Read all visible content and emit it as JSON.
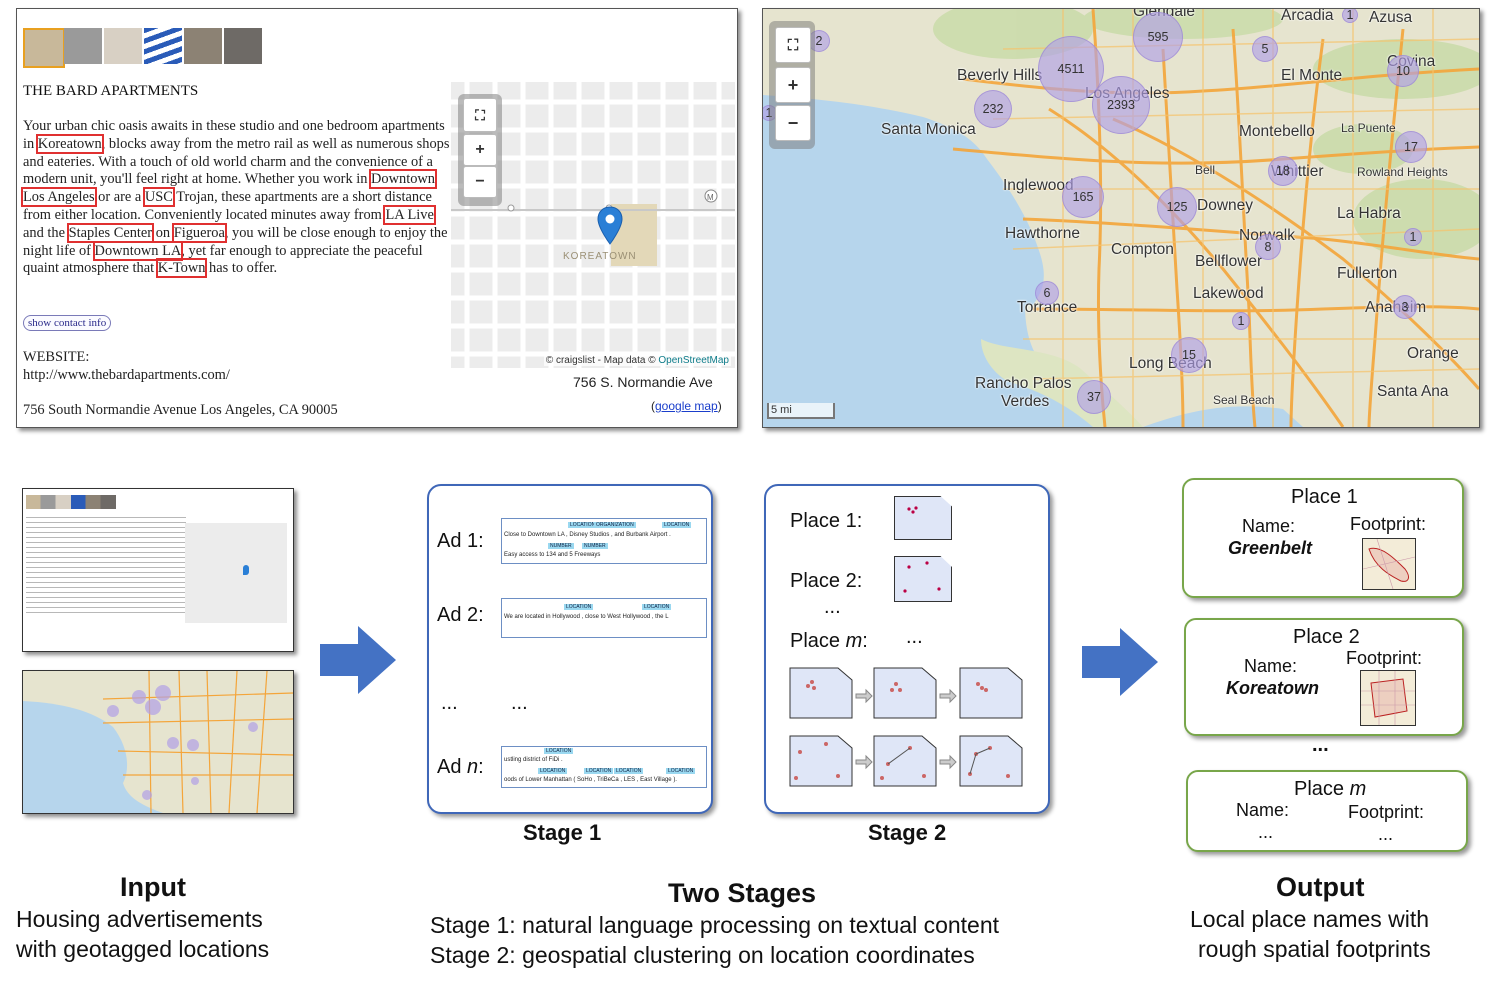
{
  "listing": {
    "title": "THE BARD APARTMENTS",
    "body": [
      {
        "t": "Your urban chic oasis awaits in these studio and one bedroom apartments in "
      },
      {
        "t": "Koreatown",
        "hl": true
      },
      {
        "t": ", blocks away from the metro rail as well as numerous shops and eateries. With a touch of old world charm and the convenience of a modern unit, you'll feel right at home. Whether you work in "
      },
      {
        "t": "Downtown Los Angeles",
        "hl": true
      },
      {
        "t": " or are a "
      },
      {
        "t": "USC",
        "hl": true
      },
      {
        "t": " Trojan, these apartments are a short distance from either location. Conveniently located minutes away from "
      },
      {
        "t": "LA Live",
        "hl": true
      },
      {
        "t": " and the "
      },
      {
        "t": "Staples Center",
        "hl": true
      },
      {
        "t": " on "
      },
      {
        "t": "Figueroa",
        "hl": true
      },
      {
        "t": ", you will be close enough to enjoy the night life of "
      },
      {
        "t": "Downtown LA",
        "hl": true
      },
      {
        "t": ", yet far enough to appreciate the peaceful quaint atmosphere that "
      },
      {
        "t": "K-Town",
        "hl": true
      },
      {
        "t": " has to offer."
      }
    ],
    "contact_button": "show contact info",
    "website_label": "WEBSITE:",
    "website_url": "http://www.thebardapartments.com/",
    "address_full": "756 South Normandie Avenue Los Angeles, CA 90005",
    "map_address": "756 S. Normandie Ave",
    "map_link_open": "(",
    "map_link": "google map",
    "map_link_close": ")",
    "map_area_label": "KOREATOWN",
    "attribution_prefix": "© craigslist - Map data © ",
    "attribution_osm": "OpenStreetMap",
    "colors": {
      "highlight": "#e03030",
      "marker": "#2a7fd6"
    }
  },
  "la_map": {
    "scale": "5 mi",
    "cities": [
      {
        "name": "Glendale"
      },
      {
        "name": "Arcadia"
      },
      {
        "name": "Azusa"
      },
      {
        "name": "Beverly Hills"
      },
      {
        "name": "El Monte"
      },
      {
        "name": "Covina"
      },
      {
        "name": "Los Angeles"
      },
      {
        "name": "Santa Monica"
      },
      {
        "name": "Montebello"
      },
      {
        "name": "La Puente"
      },
      {
        "name": "Bell"
      },
      {
        "name": "Whittier"
      },
      {
        "name": "Rowland Heights"
      },
      {
        "name": "Inglewood"
      },
      {
        "name": "Downey"
      },
      {
        "name": "La Habra"
      },
      {
        "name": "Hawthorne"
      },
      {
        "name": "Compton"
      },
      {
        "name": "Norwalk"
      },
      {
        "name": "Bellflower"
      },
      {
        "name": "Fullerton"
      },
      {
        "name": "Torrance"
      },
      {
        "name": "Lakewood"
      },
      {
        "name": "Anaheim"
      },
      {
        "name": "Orange"
      },
      {
        "name": "Long Beach"
      },
      {
        "name": "Rancho Palos"
      },
      {
        "name": "Verdes"
      },
      {
        "name": "Seal Beach"
      },
      {
        "name": "Santa Ana"
      }
    ],
    "clusters": [
      "595",
      "4511",
      "2393",
      "232",
      "5",
      "10",
      "2",
      "1",
      "1",
      "17",
      "18",
      "165",
      "125",
      "8",
      "1",
      "6",
      "1",
      "3",
      "15",
      "37"
    ]
  },
  "stage1": {
    "ads": [
      {
        "label": "Ad 1:",
        "line1": "Close to Downtown  LA , Disney Studios , and Burbank Airport .",
        "line2": "Easy access to  134   and   5   Freeways",
        "tags": [
          "LOCATION",
          "ORGANIZATION",
          "LOCATION"
        ],
        "tags2": [
          "NUMBER",
          "NUMBER"
        ]
      },
      {
        "label": "Ad 2:",
        "line1": "We are located in Hollywood , close to West Hollywood , the L",
        "line2": "",
        "tags": [
          "LOCATION",
          "LOCATION"
        ],
        "tags2": []
      },
      {
        "label": "Ad n:",
        "line1": "ustling district of FiDi .",
        "line2": "oods of Lower Manhattan (  SoHo  , TriBeCa , LES , East Village ).",
        "tags": [
          "LOCATION"
        ],
        "tags2": [
          "LOCATION",
          "LOCATION",
          "LOCATION",
          "LOCATION"
        ]
      }
    ],
    "ellipsis1": "...",
    "ellipsis2": "...",
    "caption": "Stage 1"
  },
  "stage2": {
    "place1": "Place 1:",
    "place2": "Place 2:",
    "ellipsis": "...",
    "placem_prefix": "Place ",
    "placem_var": "m",
    "placem_suffix": ":",
    "ellipsis2": "...",
    "caption": "Stage 2"
  },
  "output": {
    "places": [
      {
        "title": "Place 1",
        "name_label": "Name:",
        "footprint_label": "Footprint:",
        "name": "Greenbelt"
      },
      {
        "title": "Place 2",
        "name_label": "Name:",
        "footprint_label": "Footprint:",
        "name": "Koreatown"
      }
    ],
    "ellipsis": "...",
    "last_title_prefix": "Place ",
    "last_title_var": "m",
    "last_name_label": "Name:",
    "last_footprint_label": "Footprint:",
    "last_name": "...",
    "last_footprint": "..."
  },
  "captions": {
    "input_title": "Input",
    "input_line1": "Housing advertisements",
    "input_line2": "with geotagged locations",
    "stages_title": "Two Stages",
    "stages_line1": "Stage 1: natural language processing on textual content",
    "stages_line2": "Stage 2: geospatial clustering on location coordinates",
    "output_title": "Output",
    "output_line1": "Local place names with",
    "output_line2": "rough spatial footprints"
  },
  "colors": {
    "arrow": "#4472c4",
    "stage_border": "#3f67b8",
    "output_border": "#78a64a",
    "cluster": "#b0a0e6"
  }
}
